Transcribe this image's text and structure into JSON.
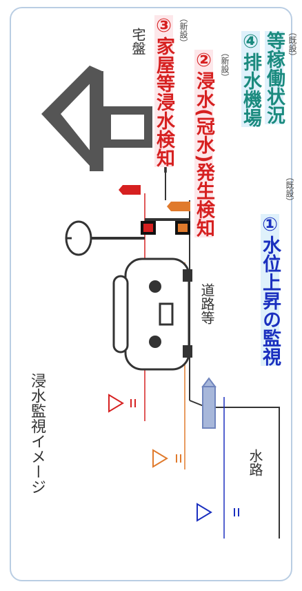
{
  "labels": {
    "title": "浸水監視イメージ",
    "house": "宅盤",
    "road": "道路等",
    "waterway": "水路",
    "item3": "③家屋等浸水検知",
    "item3_note": "（新設）",
    "item2": "②浸水(冠水)発生検知",
    "item2_note": "（新設）",
    "item1": "①水位上昇の監視",
    "item1_note": "（既設）",
    "item4_line1": "④排水機場",
    "item4_line2": "等稼働状況",
    "item4_note": "（既設）"
  },
  "colors": {
    "red": "#d62020",
    "orange": "#e07a2c",
    "blue": "#1a2fbf",
    "teal": "#1a8a7e",
    "frame": "#b9cde3",
    "house": "#555555"
  }
}
